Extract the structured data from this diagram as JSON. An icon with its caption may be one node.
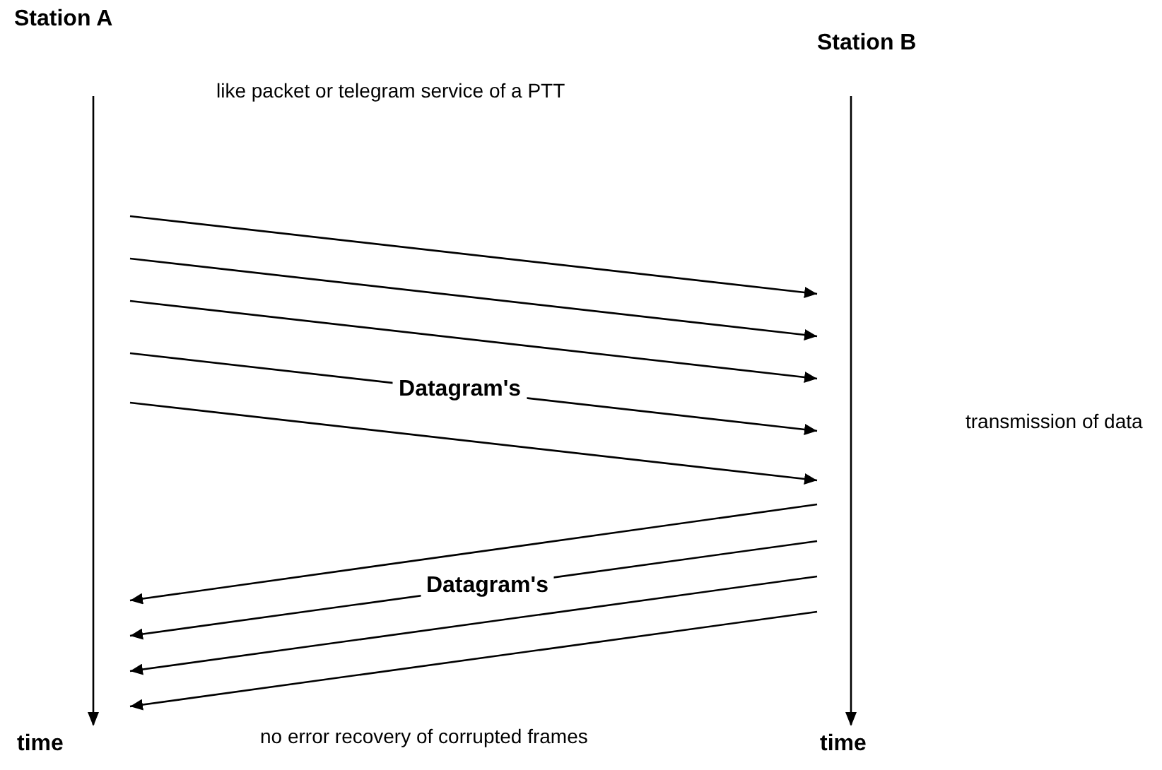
{
  "diagram": {
    "nodes": [
      {
        "text": [
          "Station A"
        ]
      },
      {
        "text": [
          "Station B"
        ]
      }
    ],
    "edges": [
      {
        "from": 0,
        "to": 1,
        "arrow": "to"
      },
      {
        "from": 0,
        "to": 1,
        "arrow": "to"
      },
      {
        "from": 0,
        "to": 1,
        "arrow": "to"
      },
      {
        "from": 0,
        "to": 1,
        "arrow": "to",
        "label": "Datagram's"
      },
      {
        "from": 0,
        "to": 1,
        "arrow": "to"
      },
      {
        "from": 1,
        "to": 0,
        "arrow": "to"
      },
      {
        "from": 1,
        "to": 0,
        "arrow": "to",
        "label": "Datagram's"
      },
      {
        "from": 1,
        "to": 0,
        "arrow": "to"
      },
      {
        "from": 1,
        "to": 0,
        "arrow": "to"
      }
    ],
    "labels": [
      "like packet or telegram service of a PTT",
      "transmission of data",
      "time",
      "no error recovery of corrupted frames",
      "time"
    ]
  }
}
